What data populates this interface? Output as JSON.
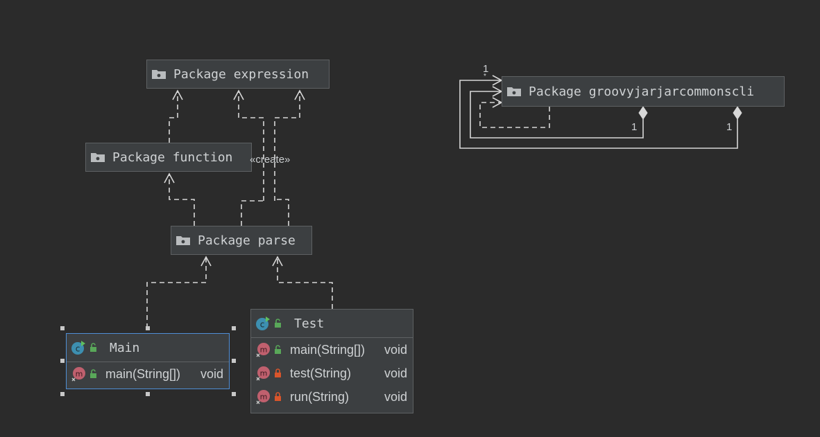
{
  "diagram": {
    "packages": [
      {
        "id": "expression",
        "label": "Package expression"
      },
      {
        "id": "function",
        "label": "Package function"
      },
      {
        "id": "parse",
        "label": "Package parse"
      },
      {
        "id": "groovy",
        "label": "Package groovyjarjarcommonscli"
      }
    ],
    "classes": {
      "main": {
        "name": "Main",
        "methods": [
          {
            "signature": "main(String[])",
            "returns": "void",
            "visibility": "public"
          }
        ]
      },
      "test": {
        "name": "Test",
        "methods": [
          {
            "signature": "main(String[])",
            "returns": "void",
            "visibility": "public"
          },
          {
            "signature": "test(String)",
            "returns": "void",
            "visibility": "private"
          },
          {
            "signature": "run(String)",
            "returns": "void",
            "visibility": "private"
          }
        ]
      }
    },
    "edge_labels": {
      "create": "«create»",
      "self_one": "1",
      "self_star": "*",
      "comp_one_a": "1",
      "comp_one_b": "1"
    },
    "colors": {
      "background": "#2b2b2b",
      "node_fill": "#3c3f41",
      "node_border": "#5e6163",
      "selection": "#4f8fd6",
      "text": "#cfd2d4",
      "class_icon": "#3d8fb0",
      "method_icon": "#c0606e",
      "public_lock": "#59a859",
      "private_lock": "#d9552b",
      "edge": "#d8d8d8"
    }
  }
}
